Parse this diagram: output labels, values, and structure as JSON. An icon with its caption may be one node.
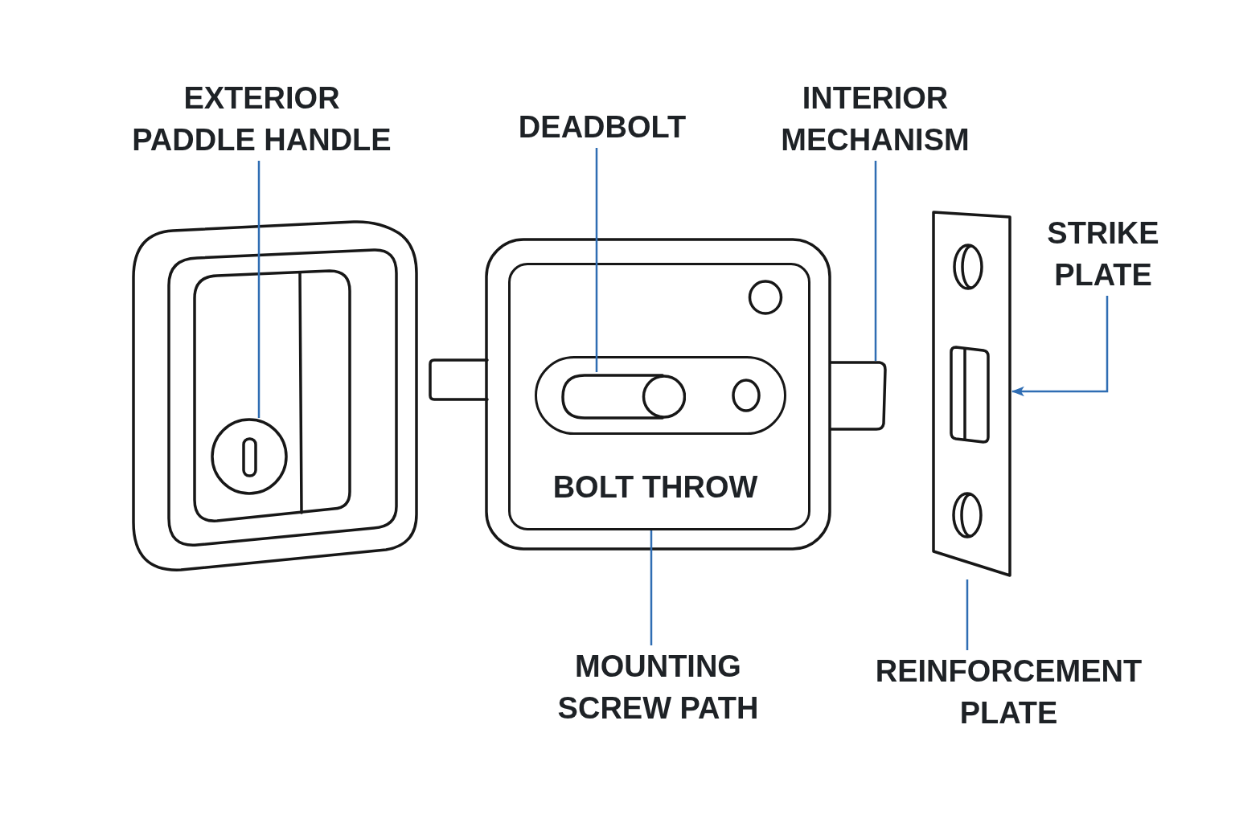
{
  "diagram": {
    "nodes": [
      {
        "text": [
          "EXTERIOR PADDLE HANDLE"
        ]
      },
      {
        "text": [
          "DEADBOLT"
        ]
      },
      {
        "text": [
          "INTERIOR MECHANISM"
        ]
      },
      {
        "text": [
          "STRIKE PLATE"
        ]
      },
      {
        "text": [],
        "shape": "circle"
      },
      {
        "text": [
          "BOLT THROW"
        ]
      },
      {
        "text": [],
        "shape": "bar",
        "in": 5
      },
      {
        "text": [],
        "shape": "bar"
      },
      {
        "text": [],
        "shape": "box"
      },
      {
        "text": [
          "MOUNTING SCREW PATH"
        ]
      },
      {
        "text": [
          "REINFORCEMENT PLATE"
        ]
      }
    ],
    "edges": [
      {
        "from": 0,
        "to": 4,
        "arrow": "none"
      },
      {
        "from": 1,
        "to": 6,
        "arrow": "none"
      },
      {
        "from": 2,
        "to": 7,
        "arrow": "none"
      },
      {
        "from": 3,
        "to": 8,
        "arrow": "to"
      },
      {
        "from": 9,
        "to": 5,
        "arrow": "none"
      },
      {
        "from": 10,
        "to": 8,
        "arrow": "none"
      }
    ]
  }
}
